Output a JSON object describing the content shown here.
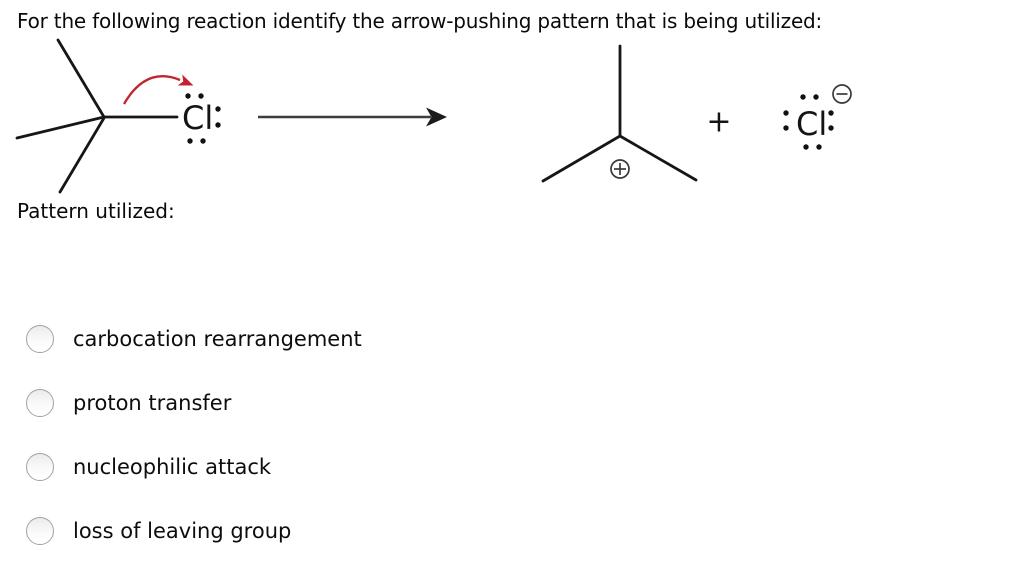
{
  "title": "For the following reaction identify the arrow-pushing pattern that is being utilized:",
  "figure": {
    "reactant_cl": "Cl",
    "plus": "+",
    "anion_cl": "Cl",
    "icons": {
      "cation_charge": "circled-plus",
      "anion_charge": "circled-minus",
      "electron_flow": "curved-red-arrow",
      "reaction": "right-arrow"
    }
  },
  "question": {
    "prompt": "Pattern utilized:"
  },
  "options": [
    {
      "label": "carbocation rearrangement",
      "selected": false
    },
    {
      "label": "proton transfer",
      "selected": false
    },
    {
      "label": "nucleophilic attack",
      "selected": false
    },
    {
      "label": "loss of leaving group",
      "selected": false
    }
  ],
  "colors": {
    "curved_arrow": "#c2242f",
    "bond": "#161616",
    "reaction_arrow": "#3d3d3d",
    "text": "#0a0a0a",
    "radio_border": "#a3a3a3"
  }
}
